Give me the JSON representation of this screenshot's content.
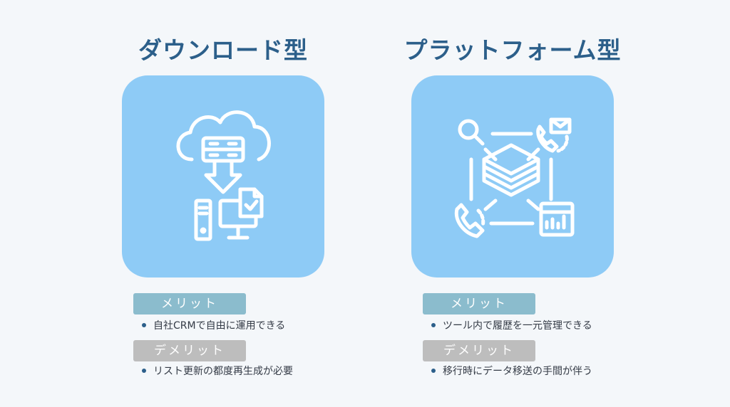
{
  "colors": {
    "title": "#2c5f8a",
    "icon_box": "#8ecbf6",
    "badge_merit": "#8bbccd",
    "badge_demerit": "#bdbdbd",
    "background": "#f4f7fa"
  },
  "left": {
    "title": "ダウンロード型",
    "icon": "cloud-download-computer-icon",
    "merit_label": "メリット",
    "merit_text": "自社CRMで自由に運用できる",
    "demerit_label": "デメリット",
    "demerit_text": "リスト更新の都度再生成が必要"
  },
  "right": {
    "title": "プラットフォーム型",
    "icon": "platform-network-icon",
    "merit_label": "メリット",
    "merit_text": "ツール内で履歴を一元管理できる",
    "demerit_label": "デメリット",
    "demerit_text": "移行時にデータ移送の手間が伴う"
  }
}
